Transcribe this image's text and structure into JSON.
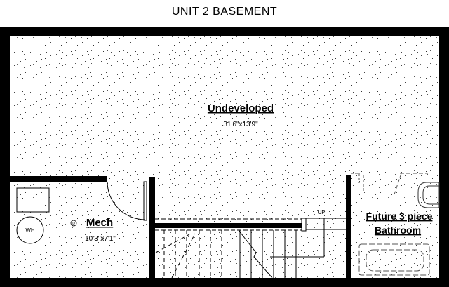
{
  "title": "UNIT 2 BASEMENT",
  "rooms": {
    "undeveloped": {
      "name": "Undeveloped",
      "size": "31'6\"x13'9\""
    },
    "mech": {
      "name": "Mech",
      "size": "10'3\"x7'1\""
    },
    "bathroom": {
      "name_line1": "Future 3 piece",
      "name_line2": "Bathroom"
    }
  },
  "fixtures": {
    "water_heater": "WH",
    "drain": "D",
    "stairs": "UP"
  },
  "colors": {
    "wall": "#000000",
    "floor": "#ffffff",
    "speckle": "#333333"
  }
}
